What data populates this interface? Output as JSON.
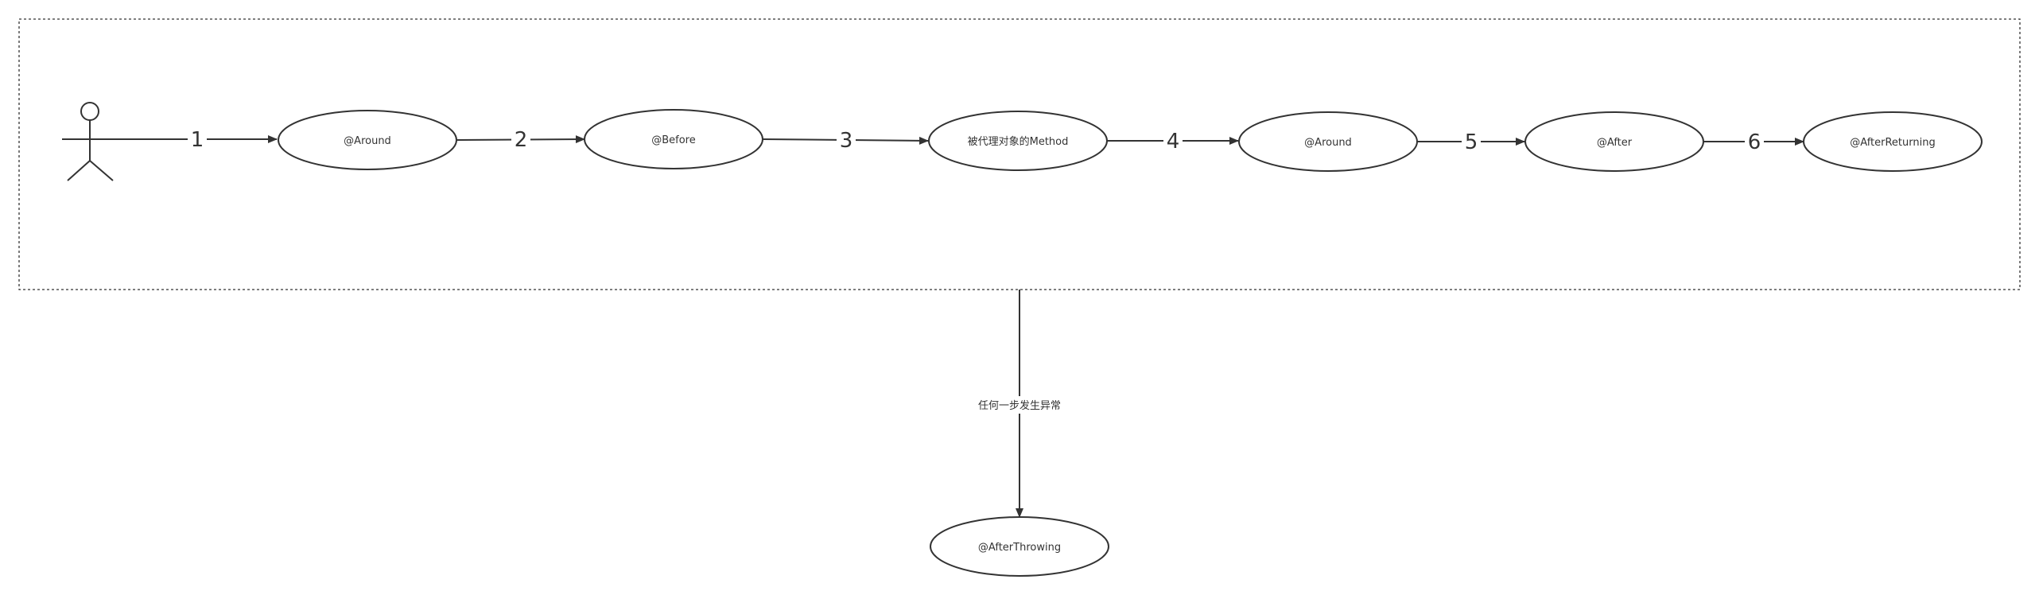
{
  "diagram": {
    "steps": [
      "1",
      "2",
      "3",
      "4",
      "5",
      "6"
    ],
    "nodes": {
      "around_1": "@Around",
      "before": "@Before",
      "method": "被代理对象的Method",
      "around_2": "@Around",
      "after": "@After",
      "after_returning": "@AfterReturning",
      "after_throwing": "@AfterThrowing"
    },
    "exception_note": "任何一步发生异常"
  }
}
